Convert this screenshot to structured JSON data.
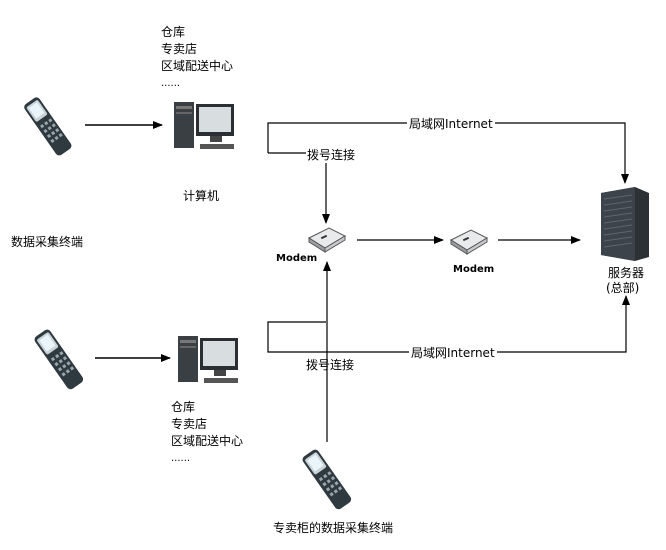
{
  "top_site": {
    "items": [
      "仓库",
      "专卖店",
      "区域配送中心",
      "......"
    ],
    "computer_label": "计算机"
  },
  "bottom_site": {
    "items": [
      "仓库",
      "专卖店",
      "区域配送中心",
      "......"
    ]
  },
  "terminal_label": "数据采集终端",
  "store_terminal_label": "专卖柜的数据采集终端",
  "dialup_top": "拨号连接",
  "dialup_bottom": "拨号连接",
  "lan_top": "局域网Internet",
  "lan_bottom": "局域网Internet",
  "modem_left": "Modem",
  "modem_right": "Modem",
  "server": {
    "line1": "服务器",
    "line2": "(总部)"
  }
}
